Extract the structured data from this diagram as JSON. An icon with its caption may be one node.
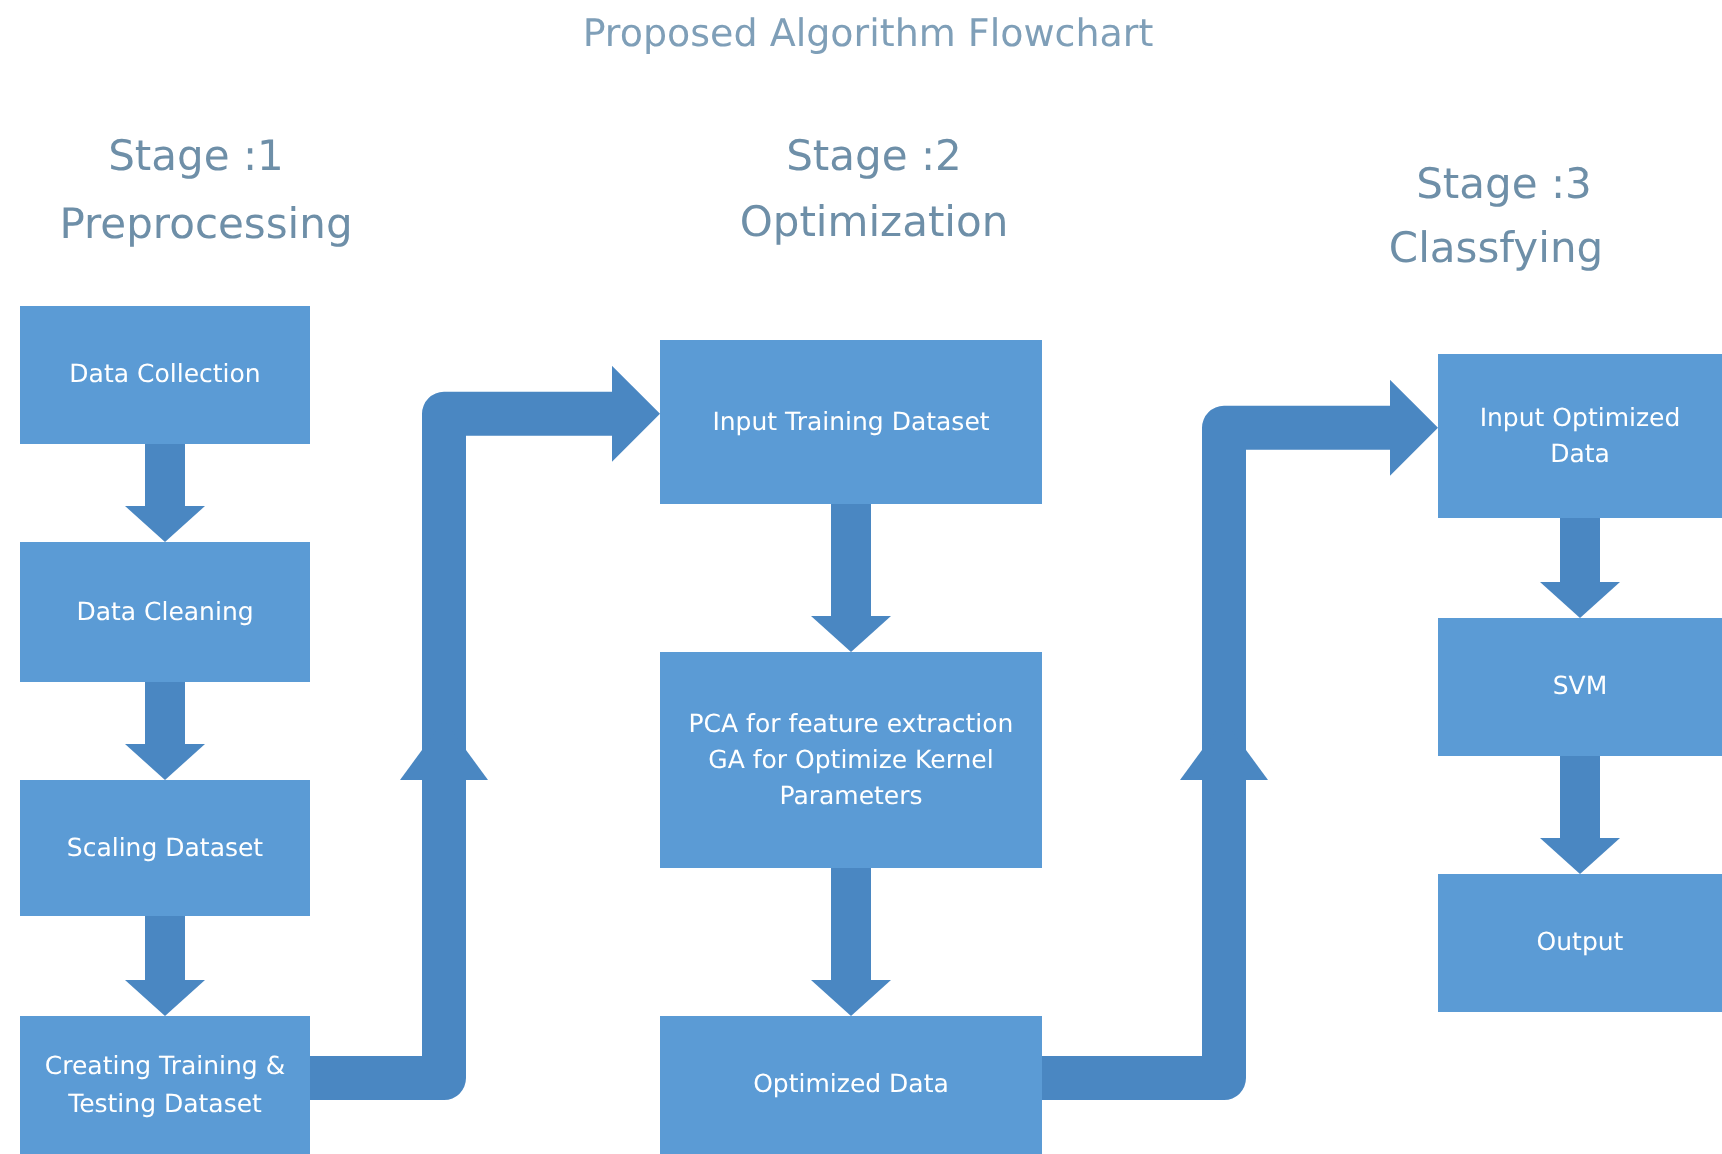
{
  "diagram": {
    "title": "Proposed Algorithm Flowchart",
    "nodes": [
      {
        "text": [
          "Data Collection"
        ]
      },
      {
        "text": [
          "Data Cleaning"
        ]
      },
      {
        "text": [
          "Scaling Dataset"
        ]
      },
      {
        "text": [
          "Creating Training & Testing Dataset"
        ]
      },
      {
        "text": [
          "Input Training Dataset"
        ]
      },
      {
        "text": [
          "PCA for feature extraction GA for Optimize Kernel Parameters"
        ]
      },
      {
        "text": [
          "Optimized Data"
        ]
      },
      {
        "text": [
          "Input Optimized Data"
        ]
      },
      {
        "text": [
          "SVM"
        ]
      },
      {
        "text": [
          "Output"
        ]
      }
    ],
    "edges": [
      {
        "from": 0,
        "to": 1,
        "arrow": "to"
      },
      {
        "from": 1,
        "to": 2,
        "arrow": "to"
      },
      {
        "from": 2,
        "to": 3,
        "arrow": "to"
      },
      {
        "from": 3,
        "to": 4,
        "arrow": "to"
      },
      {
        "from": 4,
        "to": 5,
        "arrow": "to"
      },
      {
        "from": 5,
        "to": 6,
        "arrow": "to"
      },
      {
        "from": 6,
        "to": 7,
        "arrow": "to"
      },
      {
        "from": 7,
        "to": 8,
        "arrow": "to"
      },
      {
        "from": 8,
        "to": 9,
        "arrow": "to"
      }
    ],
    "labels": [
      "Stage :1",
      "Preprocessing",
      "Stage :2",
      "Optimization",
      "Stage :3",
      "Classfying"
    ]
  }
}
